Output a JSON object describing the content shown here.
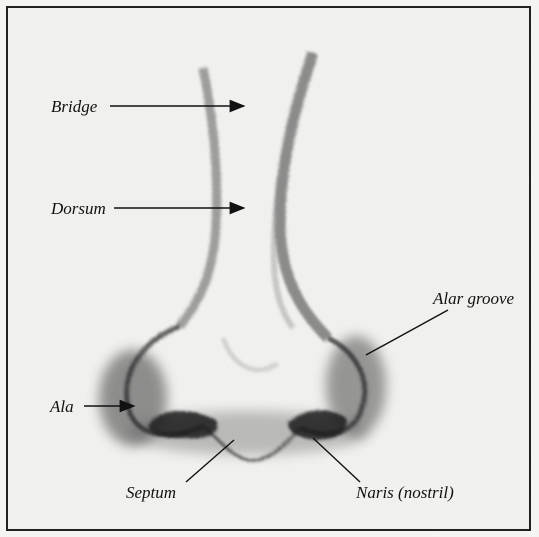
{
  "diagram": {
    "labels": {
      "bridge": "Bridge",
      "dorsum": "Dorsum",
      "alar_groove": "Alar groove",
      "ala": "Ala",
      "septum": "Septum",
      "naris": "Naris (nostril)"
    },
    "colors": {
      "ink": "#111111",
      "shade": "#5a5a5a",
      "paper": "#f7f7f5"
    }
  }
}
